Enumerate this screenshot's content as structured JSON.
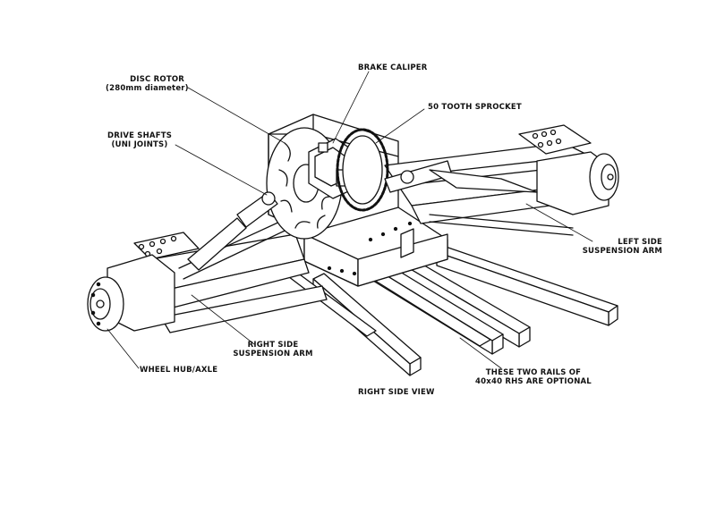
{
  "labels": {
    "disc_rotor": [
      "DISC ROTOR",
      "(280mm diameter)"
    ],
    "brake_caliper": [
      "BRAKE CALIPER"
    ],
    "sprocket": [
      "50 TOOTH SPROCKET"
    ],
    "drive_shafts": [
      "DRIVE SHAFTS",
      "(UNI JOINTS)"
    ],
    "left_arm": [
      "LEFT SIDE",
      "SUSPENSION ARM"
    ],
    "right_arm": [
      "RIGHT SIDE",
      "SUSPENSION ARM"
    ],
    "wheel_hub": [
      "WHEEL HUB/AXLE"
    ],
    "rails": [
      "THESE TWO RAILS OF",
      "40x40 RHS ARE OPTIONAL"
    ],
    "view_caption": [
      "RIGHT SIDE VIEW"
    ]
  },
  "colors": {
    "ink": "#111111",
    "paper": "#ffffff"
  }
}
